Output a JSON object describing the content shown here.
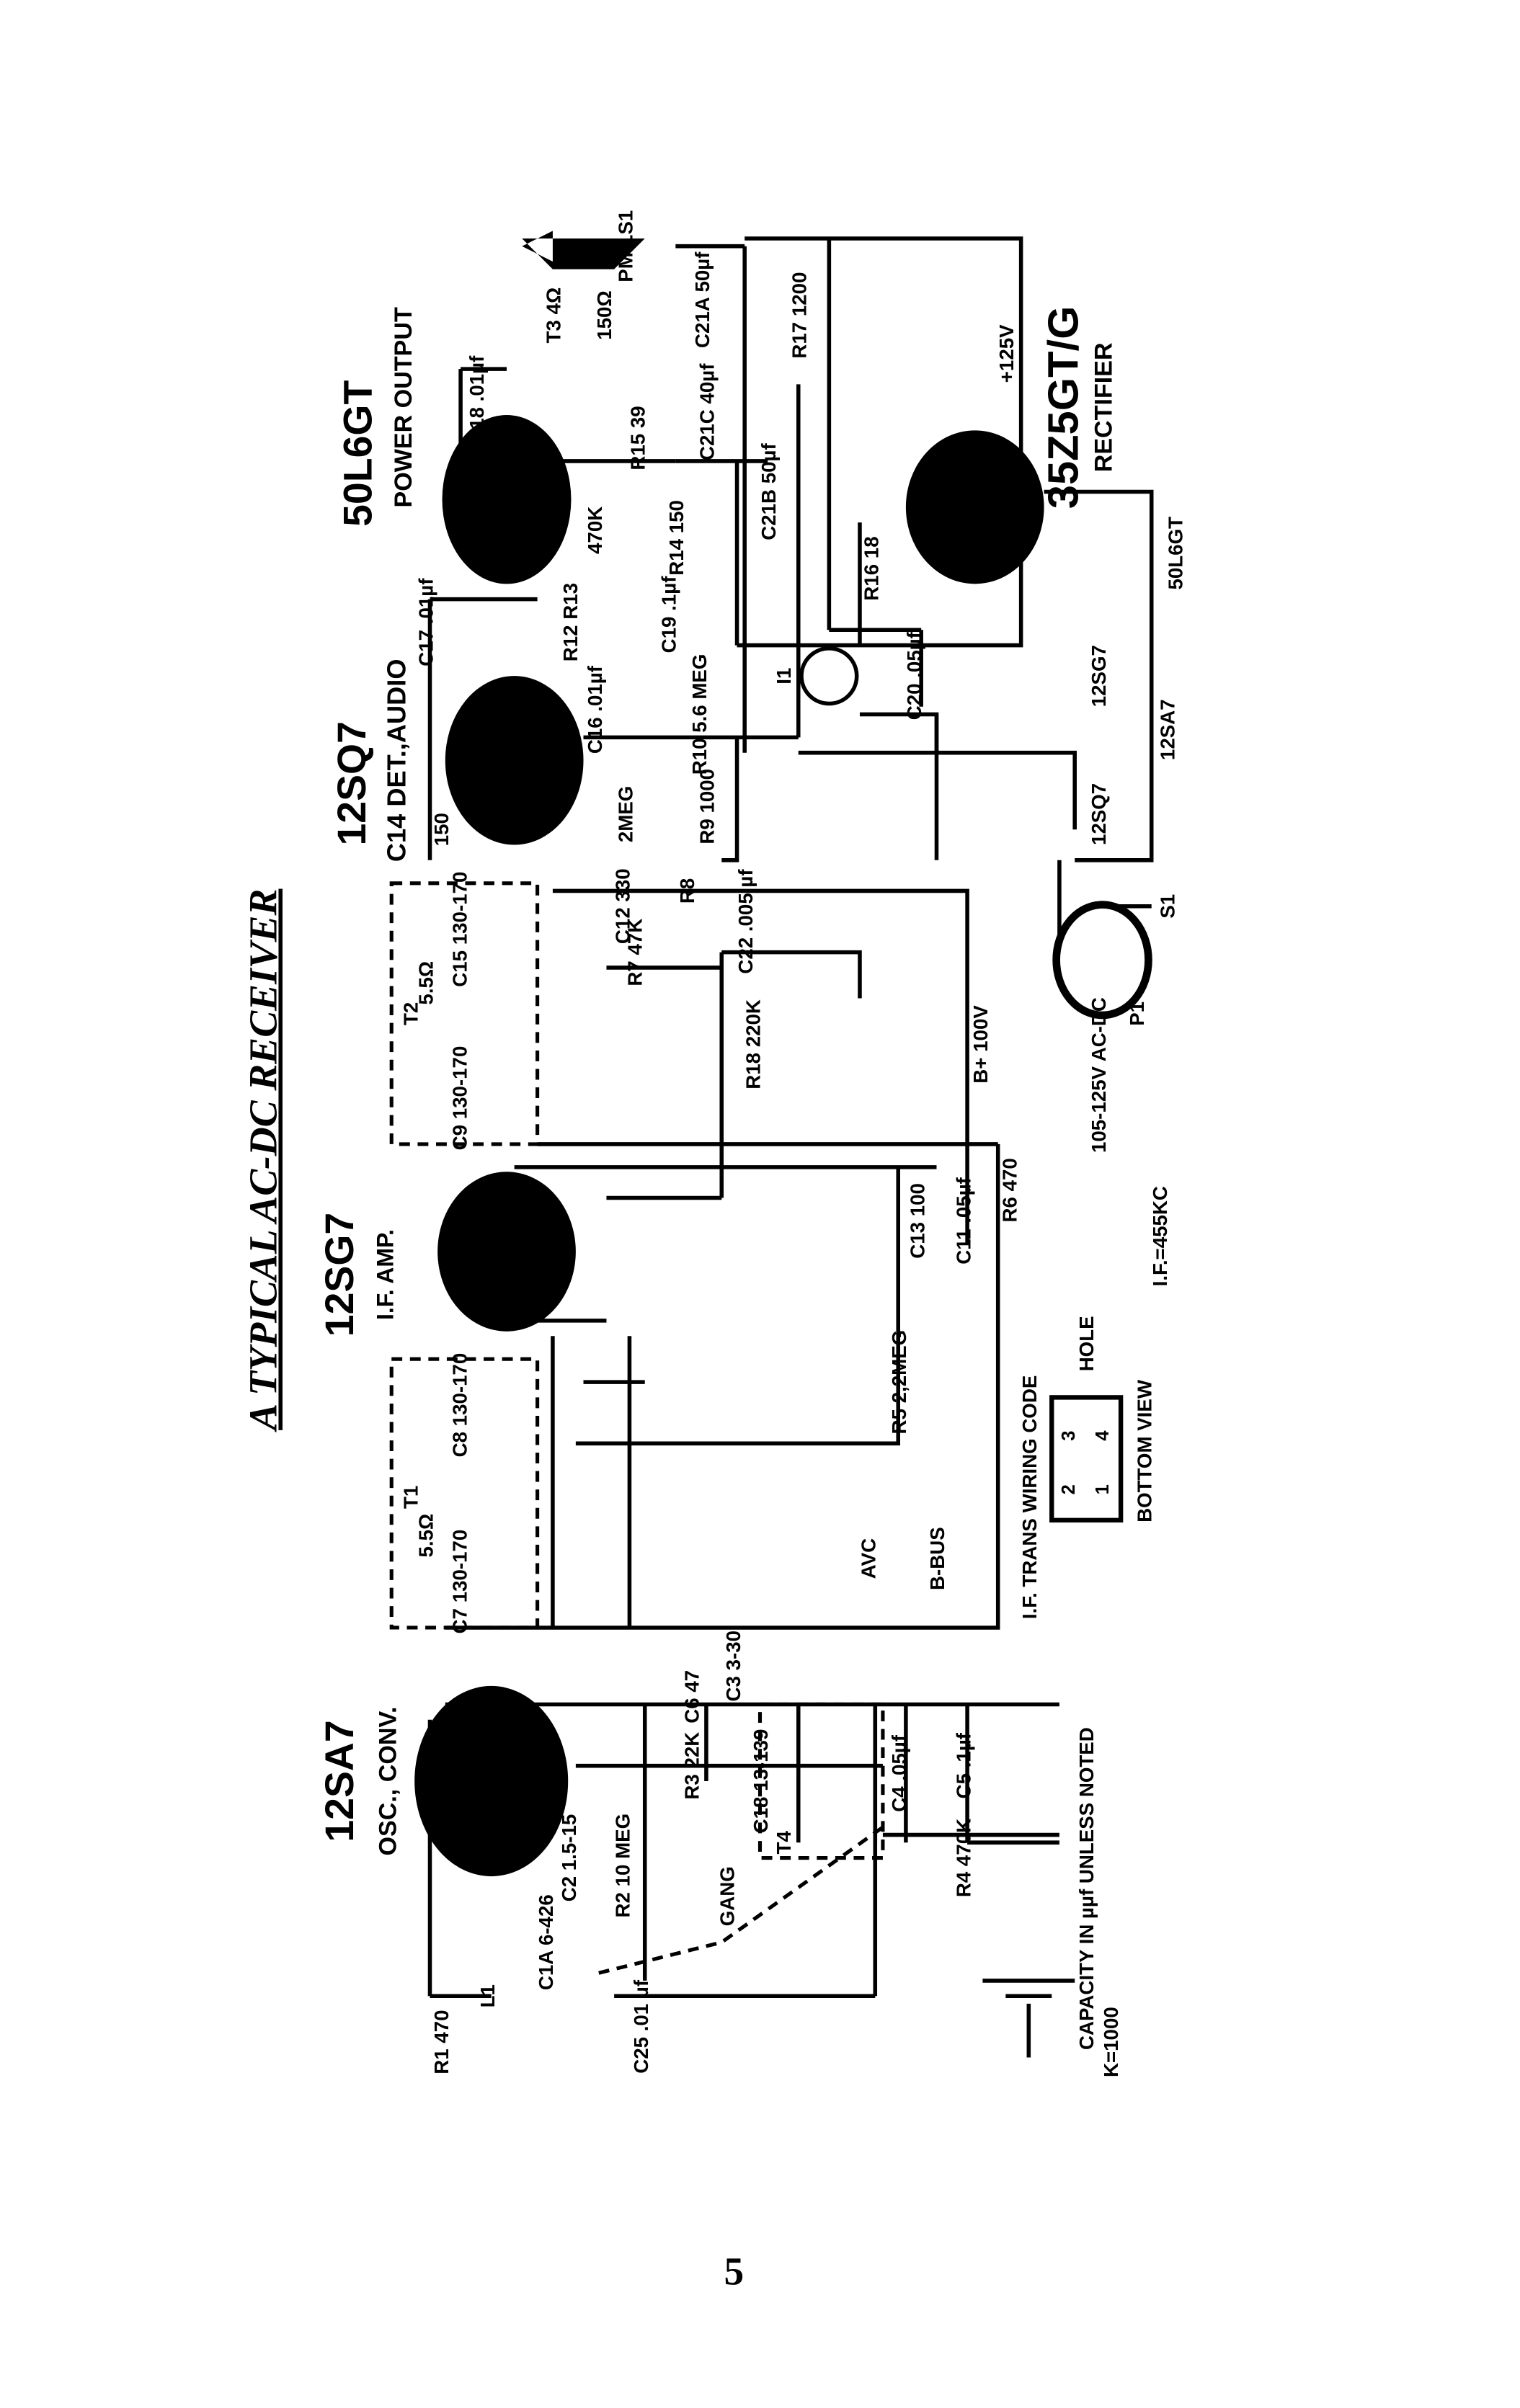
{
  "title": "A TYPICAL AC-DC RECEIVER",
  "page_number": "5",
  "tubes": {
    "t1": {
      "type": "12SA7",
      "function": "OSC., CONV."
    },
    "t2": {
      "type": "12SG7",
      "function": "I.F. AMP."
    },
    "t3": {
      "type": "12SQ7",
      "function": "C14 DET.,AUDIO"
    },
    "t4": {
      "type": "50L6GT",
      "function": "POWER OUTPUT"
    },
    "t5": {
      "type": "35Z5GT/G",
      "function": "RECTIFIER"
    }
  },
  "labels": [
    "+125V",
    "T1",
    "T2",
    "C7 130-170",
    "C8 130-170",
    "C9 130-170",
    "C15 130-170",
    "5.5Ω",
    "5.5Ω",
    "AVC",
    "B-BUS",
    "R5 2,2MEG",
    "C13 100",
    "C11 .05µf",
    "R6 470",
    "B+ 100V",
    "R18 220K",
    "R7 47K",
    "C22 .005 µf",
    "C12 330",
    "R8",
    "2MEG",
    "R9 1000",
    "R10 5.6 MEG",
    "C16 .01µf",
    "C19 .1µf",
    "R12 R13",
    "470K",
    "R14 150",
    "R15 39",
    "C21C 40µf",
    "C21B 50µf",
    "C21A 50µf",
    "R17 1200",
    "T3 4Ω",
    "150Ω",
    "PM LS1",
    "C18 .01µf",
    "C17 .01µf",
    "R16 18",
    "I1",
    "C20 .05µf",
    "12SQ7",
    "12SG7",
    "12SA7",
    "50L6GT",
    "S1",
    "P1",
    "105-125V AC-DC",
    "I.F.=455KC",
    "I.F. TRANS WIRING CODE",
    "HOLE",
    "BOTTOM VIEW",
    "C6 47",
    "C3 3-30",
    "R3 22K",
    "C18 13-139",
    "T4",
    "C4 .05µf",
    "C5 .1µf",
    "R4 470K",
    "R2 10 MEG",
    "GANG",
    "C2 1.5-15",
    "C1A 6-426",
    "R1 470",
    "L1",
    "C25 .01 µf",
    "CAPACITY IN µµf UNLESS NOTED",
    "K=1000",
    "150"
  ],
  "wiring_code": [
    "2",
    "3",
    "1",
    "4"
  ]
}
